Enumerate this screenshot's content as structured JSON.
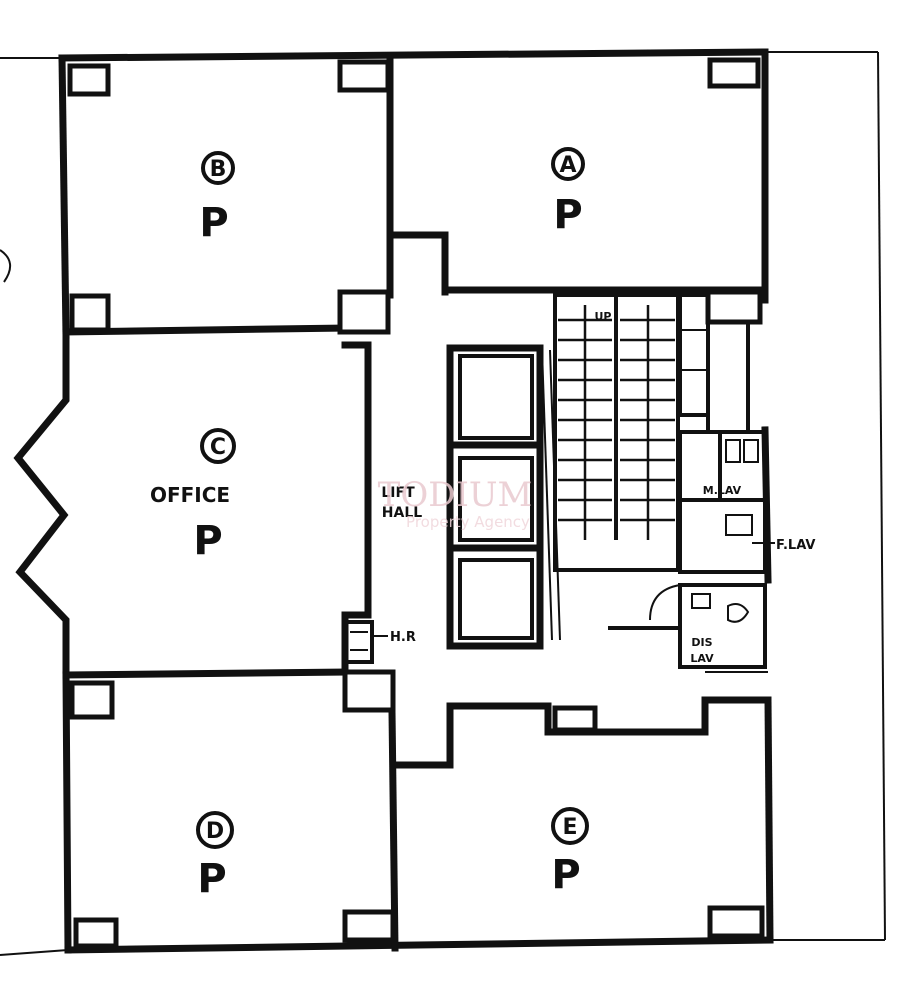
{
  "units": [
    {
      "id": "A",
      "status": "P"
    },
    {
      "id": "B",
      "status": "P"
    },
    {
      "id": "C",
      "status": "P",
      "use": "OFFICE"
    },
    {
      "id": "D",
      "status": "P"
    },
    {
      "id": "E",
      "status": "P"
    }
  ],
  "core_labels": {
    "lift_hall_line1": "LIFT",
    "lift_hall_line2": "HALL",
    "hr": "H.R",
    "male_lav": "M.LAV",
    "female_lav": "F.LAV",
    "dis_lav_line1": "DIS",
    "dis_lav_line2": "LAV",
    "up": "UP"
  },
  "watermark": {
    "brand": "TODIUM",
    "tagline": "Property Agency"
  }
}
